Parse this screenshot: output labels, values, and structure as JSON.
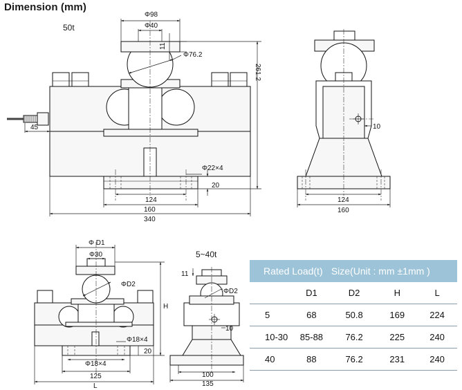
{
  "heading": "Dimension (mm)",
  "views": {
    "top_capacity": "50t",
    "bottom_capacity": "5~40t"
  },
  "top_dims": {
    "d98": "Φ98",
    "d40": "Φ40",
    "d11": "11",
    "d76": "Φ76.2",
    "h261": "261.2",
    "d45": "45",
    "d22": "Φ22×4",
    "d20": "20",
    "w124": "124",
    "w160": "160",
    "w340": "340",
    "s10": "10",
    "s124": "124",
    "s160": "160"
  },
  "bottom_dims": {
    "dD1": "Φ D1",
    "d30": "Φ30",
    "dD2": "ΦD2",
    "dH": "H",
    "d18a": "Φ18×4",
    "d18b": "Φ18×4",
    "d20": "20",
    "w125": "125",
    "wL": "L",
    "s11": "11",
    "sD2": "ΦD2",
    "s10": "10",
    "s100": "100",
    "s135": "135"
  },
  "table": {
    "header_load": "Rated Load(t)",
    "header_size": "Size(Unit : mm ±1mm )",
    "columns": [
      "D1",
      "D2",
      "H",
      "L"
    ],
    "rows": [
      [
        "5",
        "68",
        "50.8",
        "169",
        "224"
      ],
      [
        "10-30",
        "85-88",
        "76.2",
        "225",
        "240"
      ],
      [
        "40",
        "88",
        "76.2",
        "231",
        "240"
      ]
    ]
  }
}
